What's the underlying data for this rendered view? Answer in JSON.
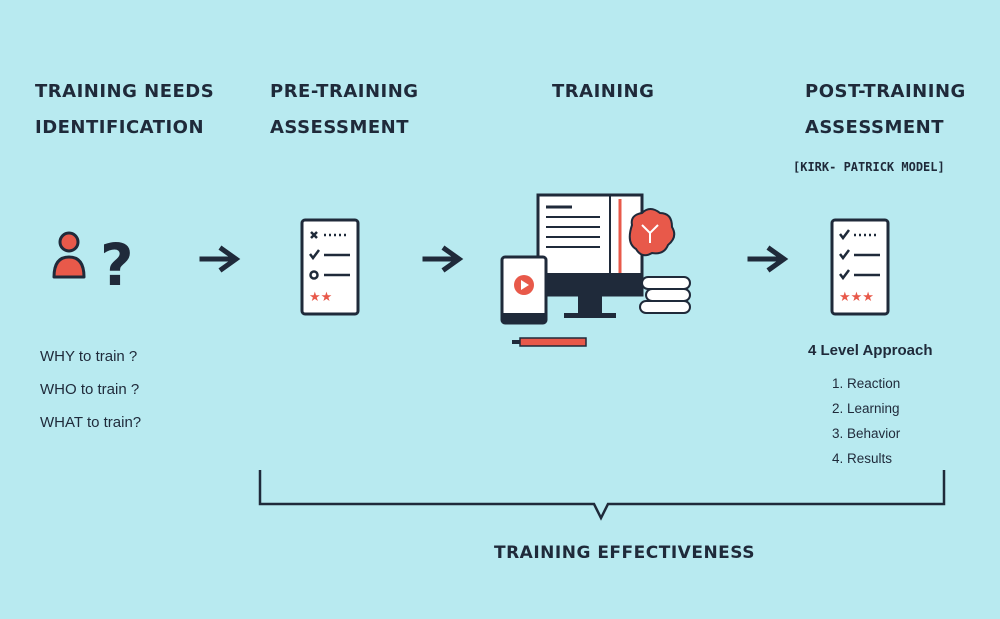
{
  "stages": [
    {
      "line1": "TRAINING NEEDS",
      "line2": "IDENTIFICATION"
    },
    {
      "line1": "PRE-TRAINING",
      "line2": "ASSESSMENT"
    },
    {
      "line1": "TRAINING",
      "line2": ""
    },
    {
      "line1": "POST-TRAINING",
      "line2": "ASSESSMENT"
    }
  ],
  "model_note": "[KIRK- PATRICK MODEL]",
  "questions": [
    "WHY to train ?",
    "WHO to train ?",
    "WHAT to train?"
  ],
  "approach": {
    "title": "4 Level Approach",
    "levels": [
      "1. Reaction",
      "2. Learning",
      "3. Behavior",
      "4. Results"
    ]
  },
  "bracket_label": "TRAINING EFFECTIVENESS",
  "colors": {
    "background": "#b8eaf0",
    "navy": "#1f2a3a",
    "accent": "#e8594a"
  }
}
